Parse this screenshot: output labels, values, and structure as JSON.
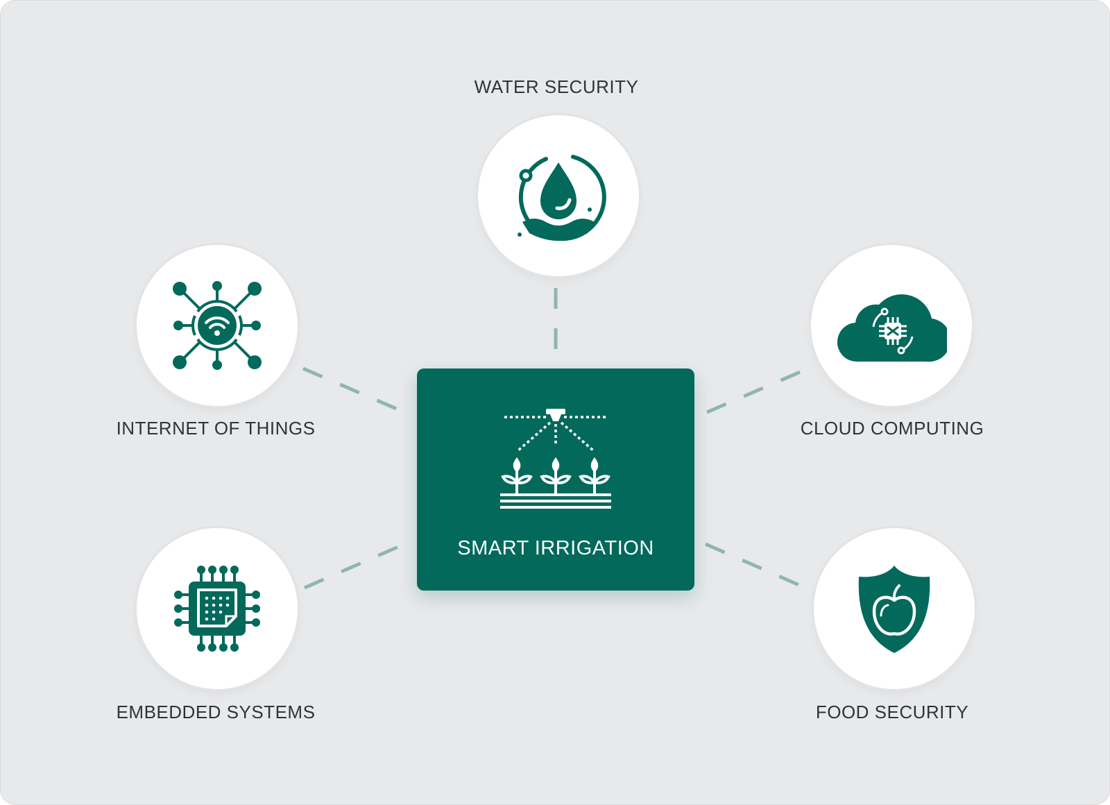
{
  "diagram": {
    "center": {
      "label": "SMART IRRIGATION",
      "icon": "sprinkler-plants-icon"
    },
    "nodes": [
      {
        "id": "water-security",
        "label": "WATER SECURITY",
        "icon": "water-drop-cycle-icon"
      },
      {
        "id": "internet-of-things",
        "label": "INTERNET OF THINGS",
        "icon": "iot-network-icon"
      },
      {
        "id": "cloud-computing",
        "label": "CLOUD COMPUTING",
        "icon": "cloud-chip-icon"
      },
      {
        "id": "embedded-systems",
        "label": "EMBEDDED SYSTEMS",
        "icon": "microchip-icon"
      },
      {
        "id": "food-security",
        "label": "FOOD SECURITY",
        "icon": "shield-apple-icon"
      }
    ]
  },
  "colors": {
    "accent": "#02695b",
    "background": "#e8e9eb",
    "connector": "#8fb6ae",
    "text": "#2f3438"
  }
}
